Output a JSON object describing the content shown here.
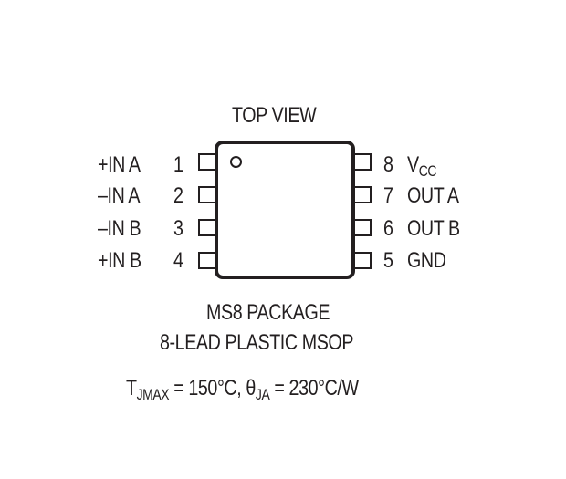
{
  "diagram": {
    "title": "TOP VIEW",
    "package": {
      "name": "MS8 PACKAGE",
      "description": "8-LEAD PLASTIC MSOP",
      "pin1_marker": "circle"
    },
    "pins_left": [
      {
        "number": "1",
        "label": "+IN A"
      },
      {
        "number": "2",
        "label": "–IN A"
      },
      {
        "number": "3",
        "label": "–IN B"
      },
      {
        "number": "4",
        "label": "+IN B"
      }
    ],
    "pins_right": [
      {
        "number": "8",
        "label": "V",
        "label_sub": "CC"
      },
      {
        "number": "7",
        "label": "OUT A"
      },
      {
        "number": "6",
        "label": "OUT B"
      },
      {
        "number": "5",
        "label": "GND"
      }
    ],
    "thermal": {
      "tj_symbol": "T",
      "tj_sub": "JMAX",
      "tj_value": " = 150°C, ",
      "theta_symbol": "θ",
      "theta_sub": "JA",
      "theta_value": " = 230°C/W"
    },
    "colors": {
      "ink": "#231f20",
      "background": "#ffffff"
    }
  }
}
